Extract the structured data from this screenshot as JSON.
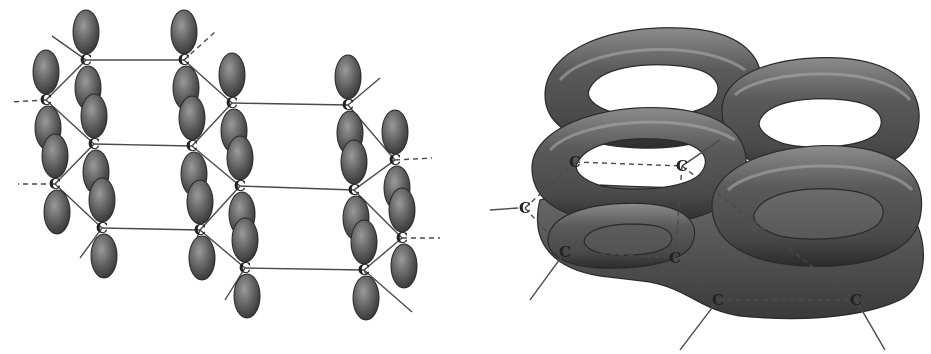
{
  "diagram": {
    "atom_label": "C",
    "colors": {
      "background": "#ffffff",
      "orbital_dark": "#3e3e3e",
      "orbital_mid": "#6a6a6a",
      "orbital_light": "#b4b4b4",
      "bond_line": "#4a4a4a"
    },
    "panels": [
      {
        "name": "p-orbitals",
        "atom_count": 16
      },
      {
        "name": "pi-cloud",
        "atom_count": 7
      }
    ]
  }
}
